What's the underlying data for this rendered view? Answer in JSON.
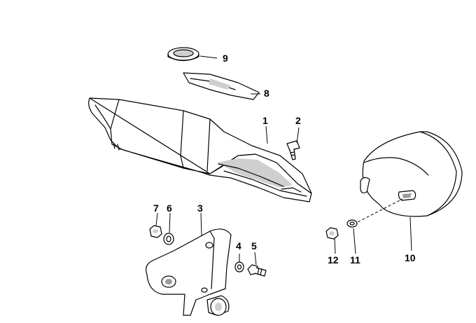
{
  "diagram": {
    "type": "exploded parts diagram",
    "callouts": {
      "p1": "1",
      "p2": "2",
      "p3": "3",
      "p4": "4",
      "p5": "5",
      "p6": "6",
      "p7": "7",
      "p8": "8",
      "p9": "9",
      "p10": "10",
      "p11": "11",
      "p12": "12"
    }
  }
}
